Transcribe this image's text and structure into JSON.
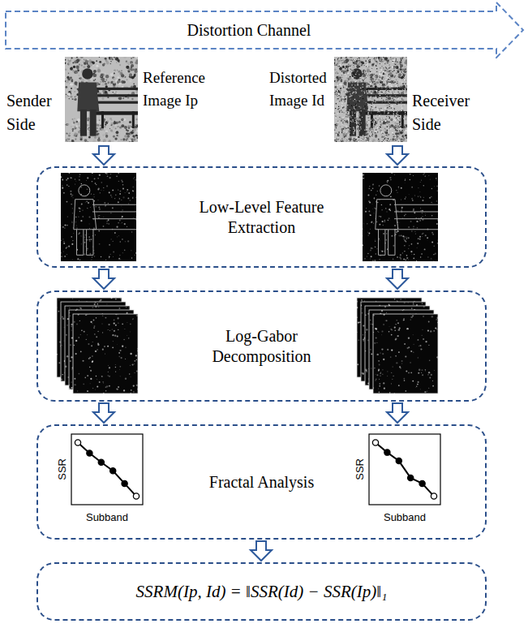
{
  "diagram": {
    "nodes": [
      {
        "text": [
          "Distortion Channel"
        ]
      },
      {
        "text": [
          "Reference Image Ip"
        ]
      },
      {
        "text": [
          "Distorted Image Id"
        ]
      },
      {
        "text": [
          "Low-Level Feature Extraction"
        ]
      },
      {
        "text": [
          "Log-Gabor Decomposition"
        ]
      },
      {
        "text": [
          "Fractal Analysis"
        ]
      },
      {
        "text": [
          "SSRM(Ip, Id) = ‖SSR(Id) − SSR(Ip)‖₁"
        ]
      }
    ],
    "edges": [
      {
        "from": 1,
        "to": 3,
        "arrow": "to"
      },
      {
        "from": 2,
        "to": 3,
        "arrow": "to"
      },
      {
        "from": 3,
        "to": 4,
        "arrow": "to"
      },
      {
        "from": 3,
        "to": 4,
        "arrow": "to"
      },
      {
        "from": 4,
        "to": 5,
        "arrow": "to"
      },
      {
        "from": 4,
        "to": 5,
        "arrow": "to"
      },
      {
        "from": 5,
        "to": 6,
        "arrow": "to"
      }
    ],
    "labels": [
      "Sender Side",
      "Receiver Side",
      "SSR",
      "Subband",
      "SSR",
      "Subband"
    ]
  }
}
